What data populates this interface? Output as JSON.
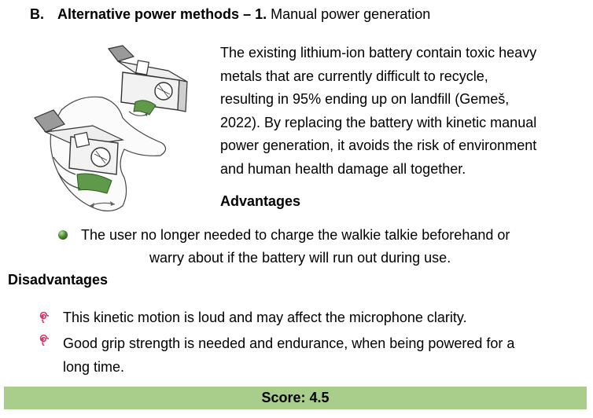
{
  "heading": {
    "letter": "B.",
    "bold_text": "Alternative power methods – 1.",
    "normal_text": "Manual power generation"
  },
  "paragraph": {
    "lines": [
      "The existing lithium-ion battery contain toxic heavy",
      "metals that are currently difficult to recycle,",
      "resulting in 95% ending up on landfill (Gemeš,",
      "2022). By replacing the battery with kinetic manual",
      "power generation, it avoids the risk of environment",
      "and human health damage all together."
    ]
  },
  "advantages": {
    "title": "Advantages",
    "item_line1": "The user no longer needed to charge the walkie talkie beforehand or",
    "item_line2": "warry about if the battery will run out during use."
  },
  "disadvantages": {
    "title": "Disadvantages",
    "item1": "This kinetic motion is loud and may affect the microphone clarity.",
    "item2_line1": "Good grip strength is needed and endurance, when being powered for a",
    "item2_line2": "long time."
  },
  "score": {
    "label": "Score: 4.5"
  },
  "icons": {
    "advantage_bullet": "green-sphere-bullet-icon",
    "disadvantage_bullet": "red-spiral-bullet-icon"
  },
  "colors": {
    "score_bar": "#a9cd8a",
    "accent_green": "#5e9a4a",
    "spiral_red": "#d6336c"
  }
}
